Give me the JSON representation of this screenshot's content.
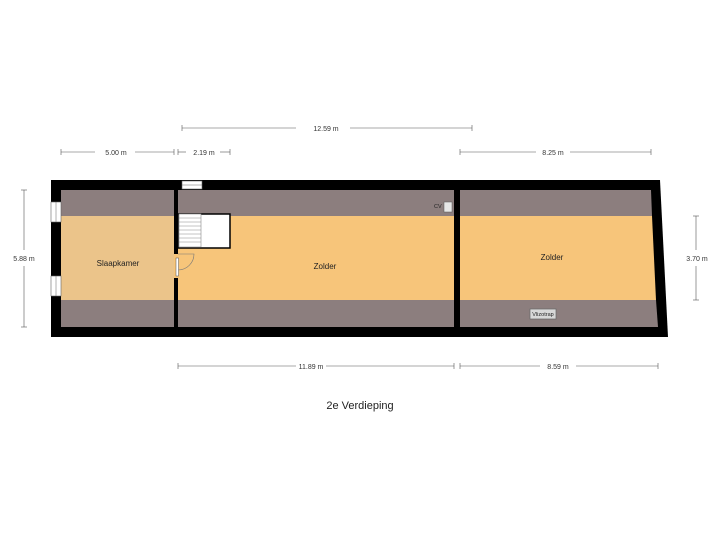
{
  "floor": {
    "title": "2e Verdieping"
  },
  "rooms": {
    "slaapkamer": "Slaapkamer",
    "zolder_1": "Zolder",
    "zolder_2": "Zolder"
  },
  "labels": {
    "cv": "CV",
    "vlizotrap": "Vlizotrap"
  },
  "dimensions": {
    "top_total": "12.59 m",
    "top_left": "5.00 m",
    "top_mid": "2.19 m",
    "top_right": "8.25 m",
    "left_height": "5.88 m",
    "right_height": "3.70 m",
    "bottom_left": "11.89 m",
    "bottom_right": "8.59 m"
  },
  "colors": {
    "wall": "#000000",
    "floor_full_height": "#f7c57a",
    "floor_bedroom": "#ebc48a",
    "floor_low_ceiling": "#8c7e7e"
  }
}
